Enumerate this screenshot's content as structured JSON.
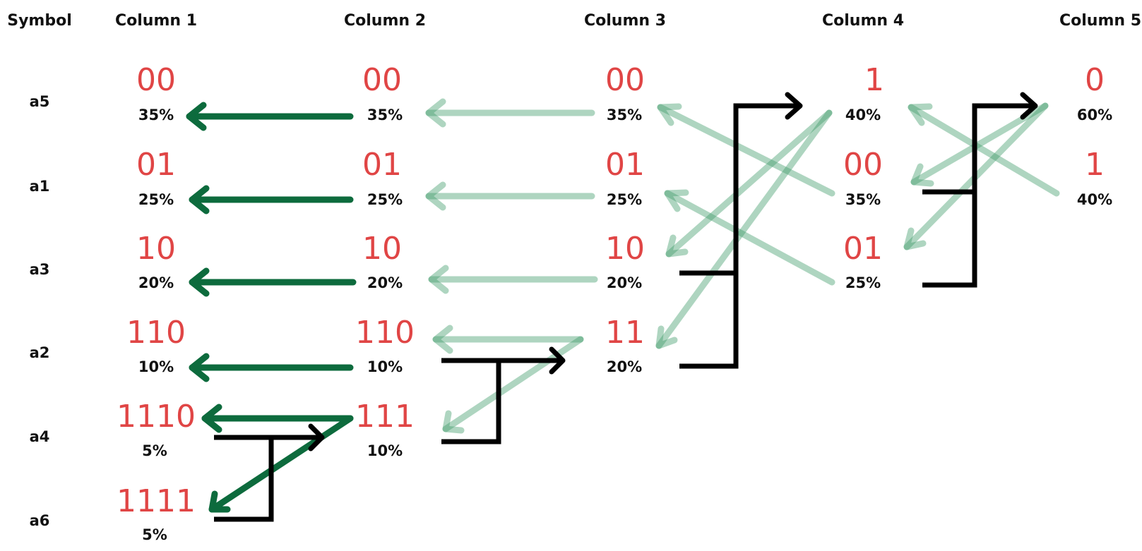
{
  "headers": {
    "symbol": "Symbol",
    "column_1": "Column 1",
    "column_2": "Column 2",
    "column_3": "Column 3",
    "column_4": "Column 4",
    "column_5": "Column 5"
  },
  "symbols": [
    "a5",
    "a1",
    "a3",
    "a2",
    "a4",
    "a6"
  ],
  "columns": [
    {
      "entries": [
        {
          "code": "00",
          "percent": "35%"
        },
        {
          "code": "01",
          "percent": "25%"
        },
        {
          "code": "10",
          "percent": "20%"
        },
        {
          "code": "110",
          "percent": "10%"
        },
        {
          "code": "1110",
          "percent": "5%"
        },
        {
          "code": "1111",
          "percent": "5%"
        }
      ]
    },
    {
      "entries": [
        {
          "code": "00",
          "percent": "35%"
        },
        {
          "code": "01",
          "percent": "25%"
        },
        {
          "code": "10",
          "percent": "20%"
        },
        {
          "code": "110",
          "percent": "10%"
        },
        {
          "code": "111",
          "percent": "10%"
        }
      ]
    },
    {
      "entries": [
        {
          "code": "00",
          "percent": "35%"
        },
        {
          "code": "01",
          "percent": "25%"
        },
        {
          "code": "10",
          "percent": "20%"
        },
        {
          "code": "11",
          "percent": "20%"
        }
      ]
    },
    {
      "entries": [
        {
          "code": "1",
          "percent": "40%"
        },
        {
          "code": "00",
          "percent": "35%"
        },
        {
          "code": "01",
          "percent": "25%"
        }
      ]
    },
    {
      "entries": [
        {
          "code": "0",
          "percent": "60%"
        },
        {
          "code": "1",
          "percent": "40%"
        }
      ]
    }
  ],
  "colors": {
    "code_red": "#e04545",
    "arrow_dark_green": "#0d6b3d",
    "arrow_light_green": "#3f9a6a",
    "bracket_black": "#000000",
    "text_black": "#111111"
  }
}
